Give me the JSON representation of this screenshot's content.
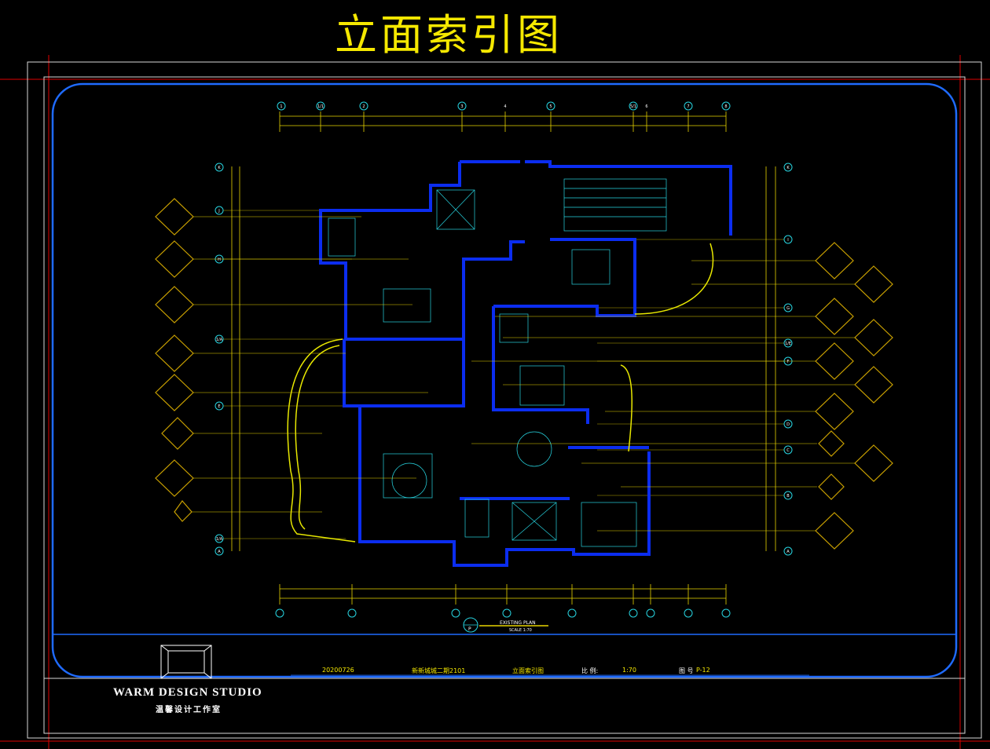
{
  "title": "立面索引图",
  "plan": {
    "name": "EXISTING PLAN",
    "number": "P",
    "scale": "SCALE 1:70"
  },
  "axes": {
    "top": [
      "1",
      "1/1",
      "2",
      "3",
      "4",
      "5",
      "5/1",
      "6",
      "7",
      "8"
    ],
    "left": [
      "K",
      "J",
      "H",
      "1/A",
      "E",
      "1/A",
      "A"
    ],
    "right": [
      "K",
      "I",
      "G",
      "1/E",
      "F",
      "D",
      "C",
      "B",
      "A"
    ]
  },
  "title_block": {
    "date": "20200726",
    "project": "新新城城二期2101",
    "drawing_name": "立面索引图",
    "scale_label": "比 例:",
    "scale_value": "1:70",
    "sheet_label": "图 号",
    "sheet_no": "P-12"
  },
  "studio": {
    "name": "WARM DESIGN STUDIO",
    "name_cn": "温馨设计工作室"
  },
  "colors": {
    "title": "#f5e800",
    "frame": "#1f6bff",
    "wall": "#0b2df0",
    "dims": "#e8d400",
    "cyan": "#27d4e0",
    "symbol": "#c9a000",
    "red": "#e00000"
  }
}
